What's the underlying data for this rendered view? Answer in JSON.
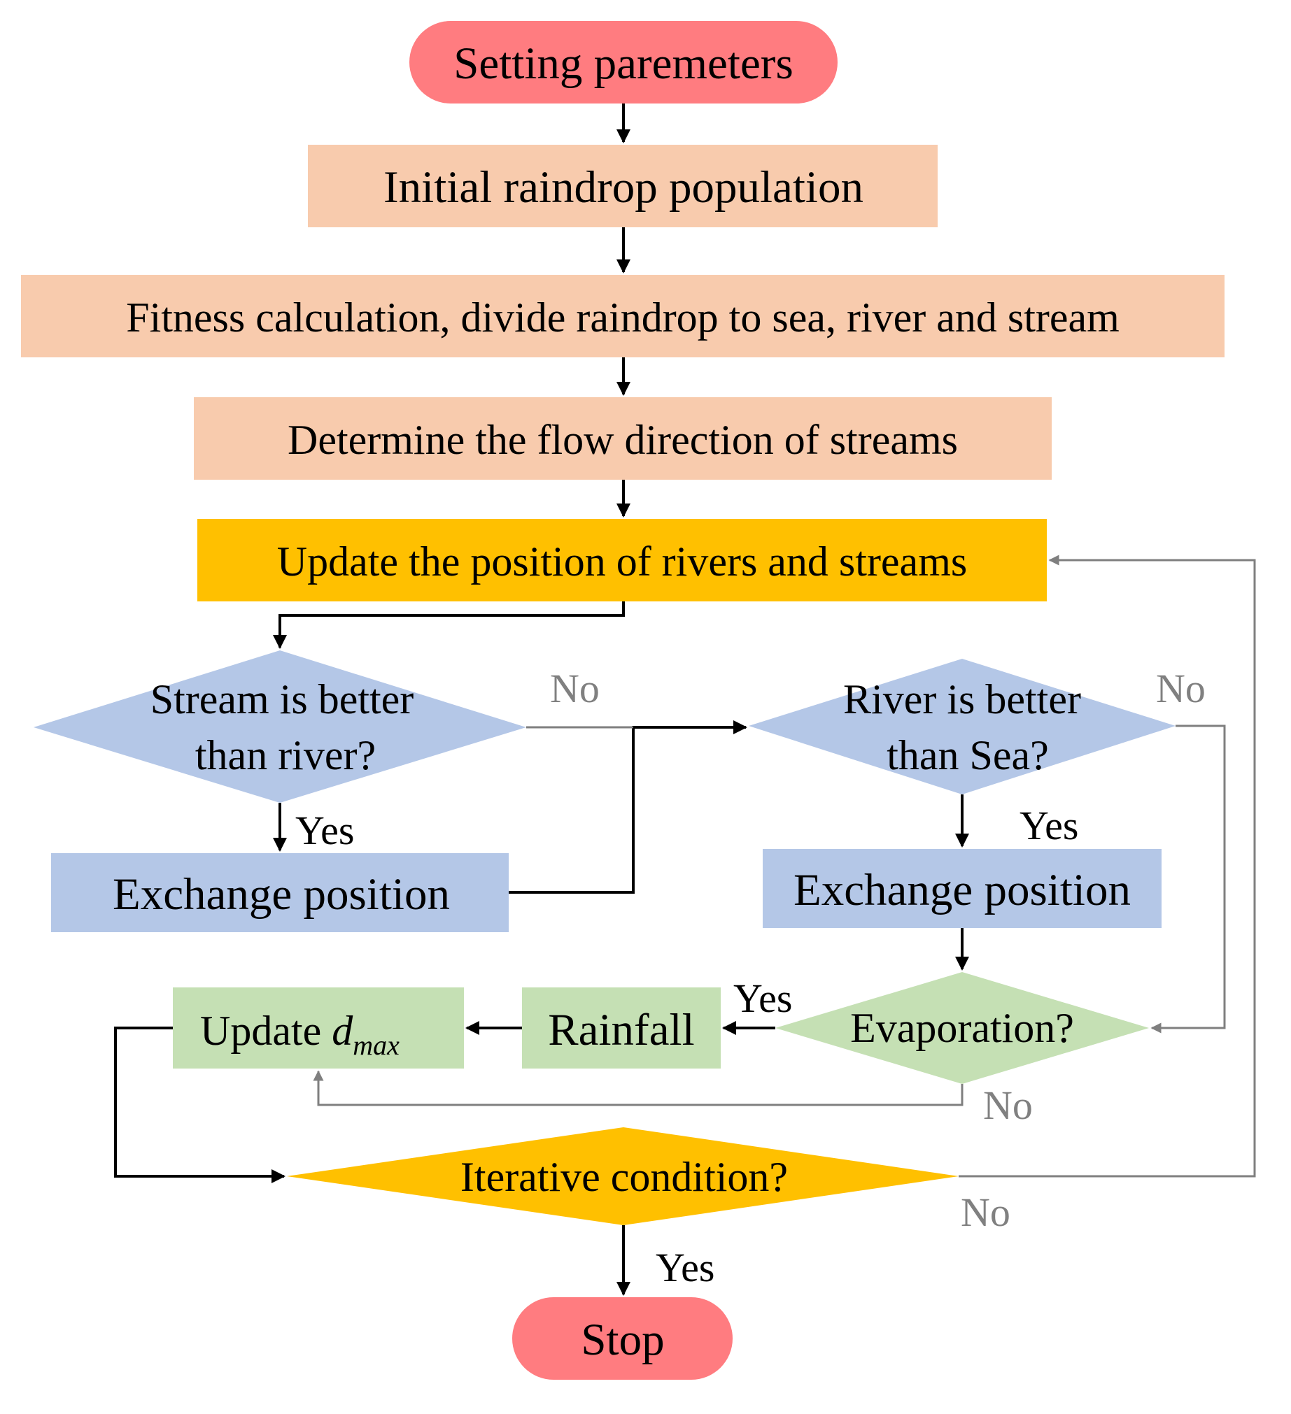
{
  "colors": {
    "terminal": "#FF7C80",
    "process_init": "#F8CBAD",
    "update": "#FFC000",
    "decision_blue": "#B4C7E7",
    "process_blue": "#B4C7E7",
    "evaporation_green": "#C5E0B4",
    "iterative": "#FFC000",
    "arrow": "#000000",
    "no_arrow": "#7F7F7F",
    "no_text": "#808080"
  },
  "nodes": {
    "start": "Setting paremeters",
    "init_population": "Initial raindrop population",
    "fitness": "Fitness calculation, divide raindrop to sea, river and stream",
    "flow_direction": "Determine the flow direction of streams",
    "update_position": "Update the position of rivers and streams",
    "stream_decision_line1": "Stream is better",
    "stream_decision_line2": "than river?",
    "exchange_left": "Exchange position",
    "river_decision_line1": "River is better",
    "river_decision_line2": "than Sea?",
    "exchange_right": "Exchange position",
    "evaporation": "Evaporation?",
    "rainfall": "Rainfall",
    "update_dmax_prefix": "Update ",
    "update_dmax_var": "d",
    "update_dmax_sub": "max",
    "iterative": "Iterative condition?",
    "stop": "Stop"
  },
  "labels": {
    "yes_stream": "Yes",
    "no_stream": "No",
    "yes_river": "Yes",
    "no_river": "No",
    "yes_evaporation": "Yes",
    "no_evaporation": "No",
    "no_iterative": "No",
    "yes_iterative": "Yes"
  }
}
